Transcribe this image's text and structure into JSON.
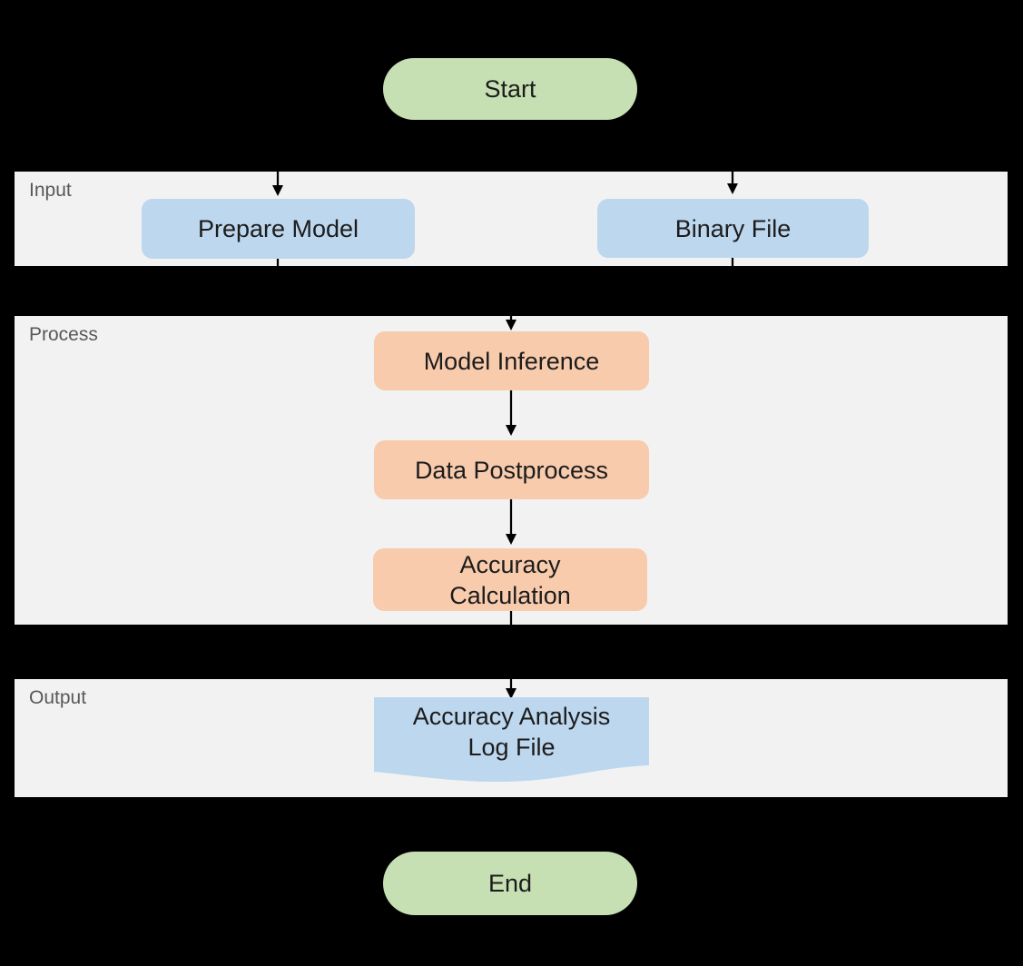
{
  "flowchart": {
    "colors": {
      "background": "#000000",
      "lane_fill": "#f2f2f2",
      "lane_label": "#595959",
      "terminal_fill": "#c6e0b4",
      "input_node_fill": "#bdd7ee",
      "process_node_fill": "#f8cbad",
      "document_fill": "#bdd7ee",
      "connector": "#000000",
      "node_text": "#1c1c1c"
    },
    "start_node": {
      "label": "Start"
    },
    "end_node": {
      "label": "End"
    },
    "lanes": [
      {
        "id": "input",
        "label": "Input",
        "nodes": [
          {
            "label": "Prepare Model"
          },
          {
            "label": "Binary File"
          }
        ]
      },
      {
        "id": "process",
        "label": "Process",
        "nodes": [
          {
            "label": "Model Inference"
          },
          {
            "label": "Data Postprocess"
          },
          {
            "lines": [
              "Accuracy",
              "Calculation"
            ]
          }
        ]
      },
      {
        "id": "output",
        "label": "Output",
        "nodes": [
          {
            "type": "document",
            "lines": [
              "Accuracy Analysis",
              "Log File"
            ]
          }
        ]
      }
    ]
  }
}
